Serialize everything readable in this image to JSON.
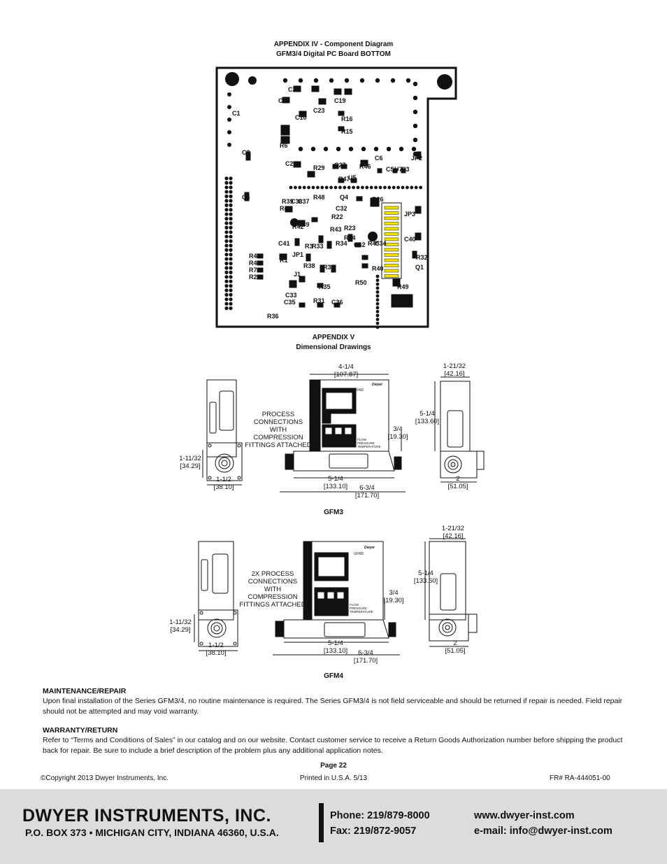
{
  "appendix4": {
    "title": "APPENDIX IV - Component Diagram",
    "subtitle": "GFM3/4 Digital PC Board BOTTOM",
    "labels": [
      "C22",
      "C11",
      "C19",
      "C23",
      "C10",
      "C1",
      "R16",
      "R15",
      "R6",
      "C2",
      "C25",
      "R29",
      "C27",
      "R46",
      "C6",
      "JP2",
      "C5",
      "U7",
      "C3",
      "U5",
      "R47",
      "C4",
      "R48",
      "Q4",
      "R39",
      "C38",
      "C37",
      "R26",
      "R41",
      "C32",
      "R22",
      "JP3",
      "R42",
      "C39",
      "R23",
      "R24",
      "R43",
      "C41",
      "R34",
      "C40",
      "JP1",
      "R45",
      "R44",
      "R4",
      "R3",
      "R33",
      "R32",
      "Q1",
      "R7",
      "R2",
      "R1",
      "R38",
      "C42",
      "C34",
      "R40",
      "J1",
      "R30",
      "R50",
      "R49",
      "C33",
      "R35",
      "C35",
      "R31",
      "C36",
      "R36"
    ]
  },
  "appendix5": {
    "title": "APPENDIX V",
    "subtitle": "Dimensional Drawings"
  },
  "gfm3": {
    "caption": "GFM3",
    "model_label": "GFM3",
    "brand": "Dwyer",
    "readout_lines": [
      "FLOW",
      "PRESSURE",
      "TEMPERATURE"
    ],
    "process_note": [
      "PROCESS",
      "CONNECTIONS",
      "WITH",
      "COMPRESSION",
      "FITTINGS ATTACHED"
    ],
    "dims": {
      "top_width": [
        "4-1/4",
        "[107.87]"
      ],
      "side_width": [
        "1-21/32",
        "[42.16]"
      ],
      "height": [
        "5-1/4",
        "[133.60]"
      ],
      "inlet_h": [
        "3/4",
        "[19.30]"
      ],
      "left_h": [
        "1-11/32",
        "[34.29]"
      ],
      "left_w": [
        "1-1/2",
        "[38.10]"
      ],
      "base_len": [
        "5-1/4",
        "[133.10]"
      ],
      "total_len": [
        "6-3/4",
        "[171.70]"
      ],
      "right_w": [
        "2",
        "[51.05]"
      ]
    }
  },
  "gfm4": {
    "caption": "GFM4",
    "model_label": "GFM3",
    "brand": "Dwyer",
    "readout_lines": [
      "FLOW",
      "PRESSURE",
      "TEMPERATURE"
    ],
    "process_note": [
      "2X PROCESS",
      "CONNECTIONS",
      "WITH",
      "COMPRESSION",
      "FITTINGS ATTACHED"
    ],
    "dims": {
      "side_width": [
        "1-21/32",
        "[42.16]"
      ],
      "height": [
        "5-1/4",
        "[133.60]"
      ],
      "inlet_h": [
        "3/4",
        "[19.30]"
      ],
      "left_h": [
        "1-11/32",
        "[34.29]"
      ],
      "left_w": [
        "1-1/2",
        "[38.10]"
      ],
      "base_len": [
        "5-1/4",
        "[133.10]"
      ],
      "total_len": [
        "6-3/4",
        "[171.70]"
      ],
      "right_w": [
        "2",
        "[51.05]"
      ]
    }
  },
  "maintenance": {
    "heading": "MAINTENANCE/REPAIR",
    "body": "Upon final installation of the Series GFM3/4, no routine maintenance is required. The Series GFM3/4 is not field serviceable and should be returned if repair is needed. Field repair should not be attempted and may void warranty."
  },
  "warranty": {
    "heading": "WARRANTY/RETURN",
    "body": "Refer to “Terms and Conditions of Sales” in our catalog and on our website. Contact customer service to receive a Return Goods Authorization number before shipping the product back for repair. Be sure to include a brief description of the problem plus any additional application notes."
  },
  "page_number": "Page 22",
  "copyright": "©Copyright 2013 Dwyer Instruments, Inc.",
  "printed": "Printed in U.S.A. 5/13",
  "fr_number": "FR# RA-444051-00",
  "footer": {
    "company": "DWYER INSTRUMENTS, INC.",
    "address": "P.O. BOX 373 • MICHIGAN CITY, INDIANA 46360, U.S.A.",
    "phone": "Phone: 219/879-8000",
    "fax": "Fax: 219/872-9057",
    "web": "www.dwyer-inst.com",
    "email": "e-mail: info@dwyer-inst.com"
  },
  "colors": {
    "footer_bg": "#dcdcdc",
    "pcb_bg": "#ffffff",
    "yellow_pins": "#f2e600"
  }
}
